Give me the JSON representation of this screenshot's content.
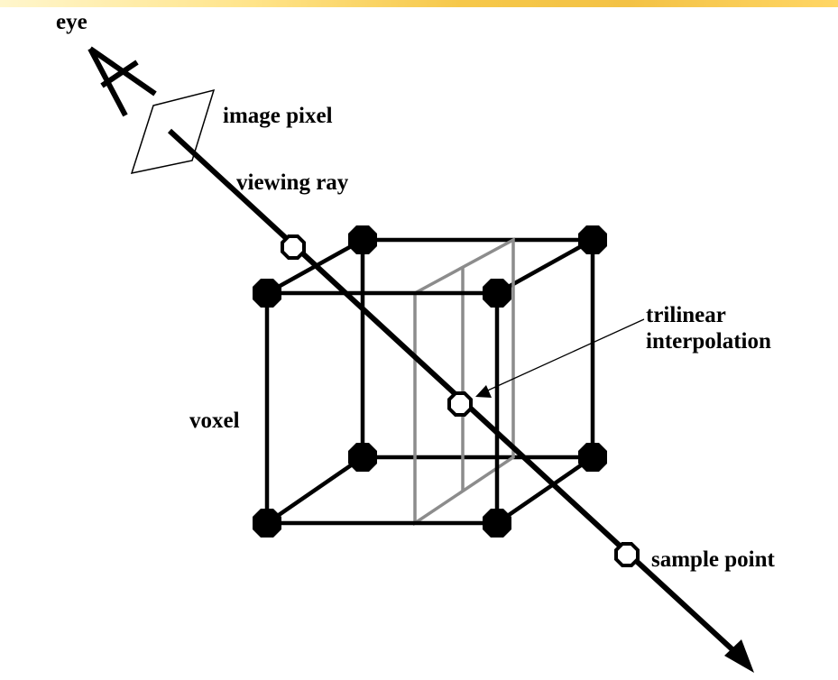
{
  "labels": {
    "eye": "eye",
    "image_pixel": "image pixel",
    "viewing_ray": "viewing ray",
    "trilinear_line1": "trilinear",
    "trilinear_line2": "interpolation",
    "voxel": "voxel",
    "sample_point": "sample point"
  },
  "colors": {
    "background": "#ffffff",
    "ink": "#000000",
    "interpolation_plane": "#8c8c8c",
    "header_band": "#f6c84a"
  }
}
